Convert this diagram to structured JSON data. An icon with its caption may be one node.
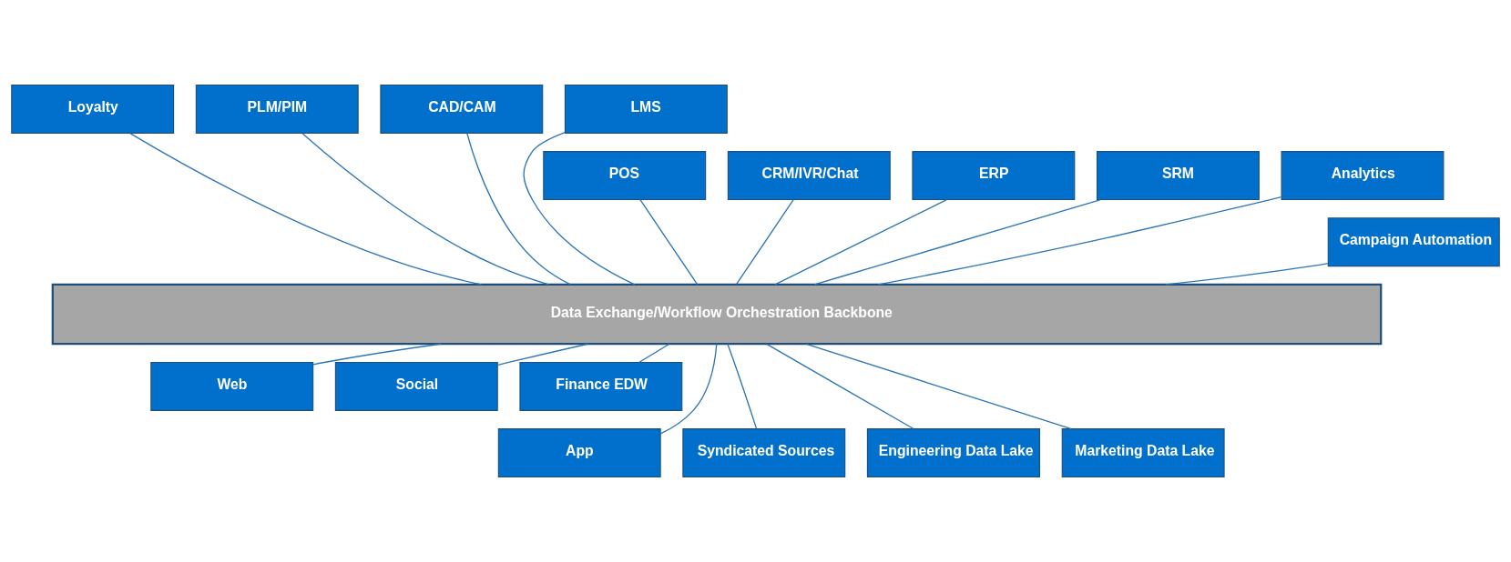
{
  "diagram": {
    "nodes": [
      {
        "text": [
          "Loyalty"
        ]
      },
      {
        "text": [
          "PLM/PIM"
        ]
      },
      {
        "text": [
          "CAD/CAM"
        ]
      },
      {
        "text": [
          "LMS"
        ]
      },
      {
        "text": [
          "POS"
        ]
      },
      {
        "text": [
          "CRM/IVR/Chat"
        ]
      },
      {
        "text": [
          "ERP"
        ]
      },
      {
        "text": [
          "SRM"
        ]
      },
      {
        "text": [
          "Analytics"
        ]
      },
      {
        "text": [
          "Campaign Automation"
        ]
      },
      {
        "text": [
          "Data Exchange/Workflow Orchestration Backbone"
        ]
      },
      {
        "text": [
          "Web"
        ]
      },
      {
        "text": [
          "Social"
        ]
      },
      {
        "text": [
          "Finance EDW"
        ]
      },
      {
        "text": [
          "App"
        ]
      },
      {
        "text": [
          "Syndicated Sources"
        ]
      },
      {
        "text": [
          "Engineering Data Lake"
        ]
      },
      {
        "text": [
          "Marketing Data Lake"
        ]
      }
    ],
    "edges": [
      {
        "from": 4,
        "to": 10,
        "arrow": "none"
      },
      {
        "from": 9,
        "to": 10,
        "arrow": "none"
      },
      {
        "from": 5,
        "to": 10,
        "arrow": "none"
      },
      {
        "from": 0,
        "to": 10,
        "arrow": "none"
      },
      {
        "from": 6,
        "to": 10,
        "arrow": "none"
      },
      {
        "from": 1,
        "to": 10,
        "arrow": "none"
      },
      {
        "from": 7,
        "to": 10,
        "arrow": "none"
      },
      {
        "from": 2,
        "to": 10,
        "arrow": "none"
      },
      {
        "from": 8,
        "to": 10,
        "arrow": "none"
      },
      {
        "from": 3,
        "to": 10,
        "arrow": "none"
      },
      {
        "from": 10,
        "to": 11,
        "arrow": "none"
      },
      {
        "from": 10,
        "to": 14,
        "arrow": "none"
      },
      {
        "from": 10,
        "to": 12,
        "arrow": "none"
      },
      {
        "from": 10,
        "to": 15,
        "arrow": "none"
      },
      {
        "from": 10,
        "to": 13,
        "arrow": "none"
      },
      {
        "from": 10,
        "to": 16,
        "arrow": "none"
      },
      {
        "from": 10,
        "to": 17,
        "arrow": "none"
      }
    ]
  }
}
